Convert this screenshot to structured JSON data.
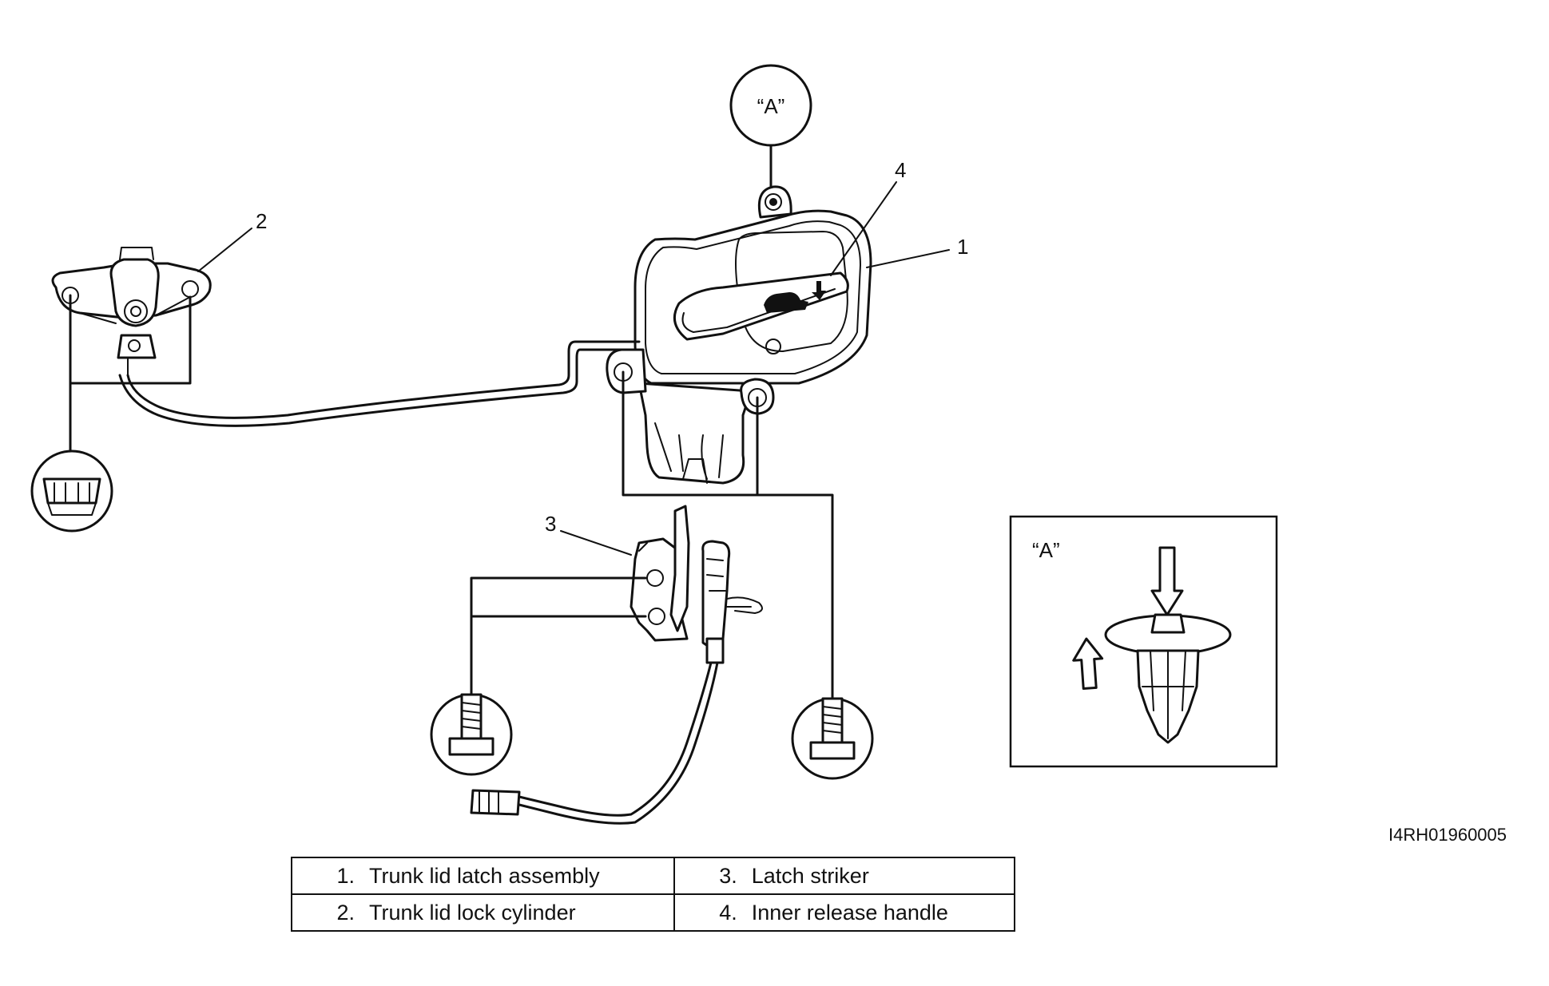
{
  "callouts": {
    "c1": "1",
    "c2": "2",
    "c3": "3",
    "c4": "4"
  },
  "detail_ref": {
    "label": "“A”",
    "inset_label": "“A”"
  },
  "figure_id": "I4RH01960005",
  "legend": [
    {
      "num": "1.",
      "text": "Trunk lid latch assembly"
    },
    {
      "num": "3.",
      "text": "Latch striker"
    },
    {
      "num": "2.",
      "text": "Trunk lid lock cylinder"
    },
    {
      "num": "4.",
      "text": "Inner release handle"
    }
  ]
}
